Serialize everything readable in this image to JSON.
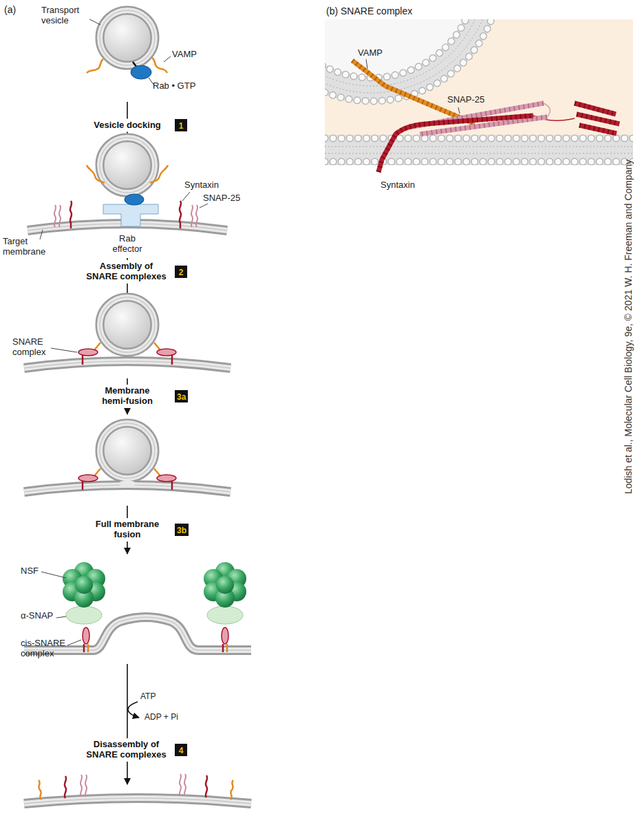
{
  "diagram": {
    "nodes": [
      {
        "text": [
          "Vesicle docking",
          "1"
        ]
      },
      {
        "text": [
          "Assembly of SNARE complexes",
          "2"
        ]
      },
      {
        "text": [
          "Membrane hemi-fusion",
          "3a"
        ]
      },
      {
        "text": [
          "Full membrane fusion",
          "3b"
        ]
      },
      {
        "text": [
          "Disassembly of SNARE complexes",
          "4"
        ]
      }
    ],
    "labels": [
      "(a)",
      "Transport vesicle",
      "VAMP",
      "Rab • GTP",
      "Syntaxin",
      "SNAP-25",
      "Target membrane",
      "Rab effector",
      "SNARE complex",
      "NSF",
      "α-SNAP",
      "cis-SNARE complex",
      "ATP",
      "ADP + Pi",
      "(b) SNARE complex",
      "VAMP",
      "SNAP-25",
      "Syntaxin",
      "Lodish et al., Molecular Cell Biology, 9e, © 2021 W. H. Freeman and Company"
    ]
  }
}
